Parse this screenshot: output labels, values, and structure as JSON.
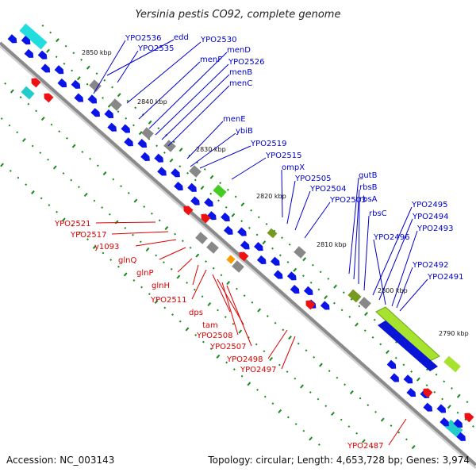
{
  "title": "Yersinia pestis CO92, complete genome",
  "footer": {
    "accession": "Accession: NC_003143",
    "summary": "Topology: circular; Length: 4,653,728 bp; Genes: 3,974"
  },
  "colors": {
    "forward_label": "#0000cc",
    "reverse_label": "#dd0000",
    "backbone": "#8a8a8a",
    "forward_gene": "#0a14e6",
    "reverse_gene": "#ee1111",
    "tick": "#1a8a1a"
  },
  "kbp_ticks": [
    "2850 kbp",
    "2840 kbp",
    "2830 kbp",
    "2820 kbp",
    "2810 kbp",
    "2800 kbp",
    "2790 kbp"
  ],
  "forward_labels": [
    "YPO2536",
    "edd",
    "YPO2535",
    "YPO2530",
    "menF",
    "menD",
    "YPO2526",
    "menB",
    "menC",
    "menE",
    "ybiB",
    "YPO2519",
    "YPO2515",
    "ompX",
    "YPO2505",
    "YPO2504",
    "YPO2503",
    "gutB",
    "rbsB",
    "rbsA",
    "rbsC",
    "YPO2495",
    "YPO2494",
    "YPO2496",
    "YPO2493",
    "YPO2492",
    "YPO2491"
  ],
  "reverse_labels": [
    "YPO2521",
    "YPO2517",
    "y1093",
    "glnQ",
    "glnP",
    "glnH",
    "YPO2511",
    "dps",
    "tam",
    "YPO2508",
    "YPO2507",
    "YPO2498",
    "YPO2497",
    "YPO2487"
  ]
}
